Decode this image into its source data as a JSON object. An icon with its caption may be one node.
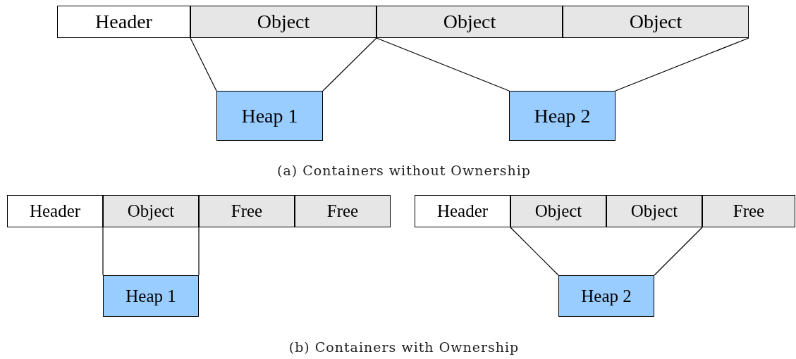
{
  "diagram": {
    "nodes": [
      {
        "text": [
          "Header"
        ]
      },
      {
        "text": [
          "Object"
        ]
      },
      {
        "text": [
          "Object"
        ]
      },
      {
        "text": [
          "Object"
        ]
      },
      {
        "text": [
          "Heap 1"
        ]
      },
      {
        "text": [
          "Heap 2"
        ]
      },
      {
        "text": [
          "Header"
        ]
      },
      {
        "text": [
          "Object"
        ]
      },
      {
        "text": [
          "Free"
        ]
      },
      {
        "text": [
          "Free"
        ]
      },
      {
        "text": [
          "Heap 1"
        ]
      },
      {
        "text": [
          "Header"
        ]
      },
      {
        "text": [
          "Object"
        ]
      },
      {
        "text": [
          "Object"
        ]
      },
      {
        "text": [
          "Free"
        ]
      },
      {
        "text": [
          "Heap 2"
        ]
      }
    ],
    "edges": [
      {
        "from": 1,
        "to": 4,
        "arrow": "none"
      },
      {
        "from": 1,
        "to": 4,
        "arrow": "none"
      },
      {
        "from": 2,
        "to": 5,
        "arrow": "none"
      },
      {
        "from": 3,
        "to": 5,
        "arrow": "none"
      },
      {
        "from": 7,
        "to": 10,
        "arrow": "none"
      },
      {
        "from": 7,
        "to": 10,
        "arrow": "none"
      },
      {
        "from": 12,
        "to": 15,
        "arrow": "none"
      },
      {
        "from": 13,
        "to": 15,
        "arrow": "none"
      }
    ],
    "labels": [
      "(a) Containers without Ownership",
      "(b) Containers with Ownership"
    ]
  }
}
